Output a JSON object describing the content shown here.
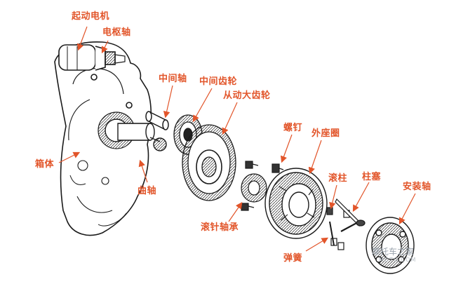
{
  "labels": {
    "starter_motor": "起动电机",
    "armature_shaft": "电枢轴",
    "idler_shaft": "中间轴",
    "idler_gear": "中间齿轮",
    "driven_gear": "从动大齿轮",
    "screw": "螺钉",
    "outer_ring": "外座圈",
    "housing": "箱体",
    "crankshaft": "曲轴",
    "needle_bearing": "滚针轴承",
    "roller": "滚柱",
    "plunger": "柱塞",
    "mount_plate": "安装轴",
    "spring": "弹簧"
  },
  "watermark": {
    "text": "摩托车之家",
    "url": "MOTO.COM"
  },
  "colors": {
    "label": "#e2552a",
    "line": "#1a1a1a",
    "leader": "#e2552a"
  }
}
